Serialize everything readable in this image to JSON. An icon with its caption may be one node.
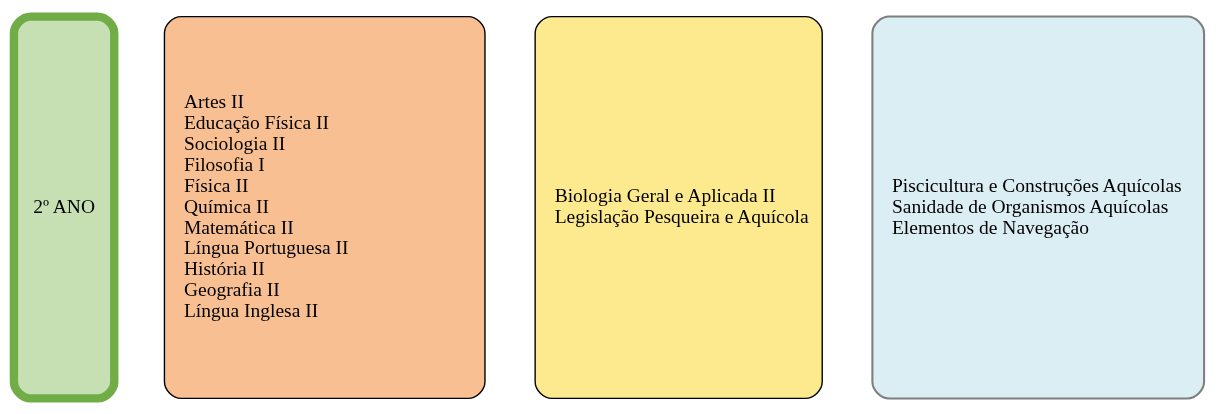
{
  "diagram": {
    "nodes": [
      {
        "text": [
          "2º ANO"
        ]
      },
      {
        "text": [
          "Artes II",
          "Educação Física II",
          "Sociologia II",
          "Filosofia I",
          "Física II",
          "Química II",
          "Matemática II",
          "Língua Portuguesa II",
          "História II",
          "Geografia II",
          "Língua Inglesa II"
        ]
      },
      {
        "text": [
          "Biologia Geral e Aplicada II",
          "Legislação Pesqueira e Aquícola"
        ]
      },
      {
        "text": [
          "Piscicultura e Construções Aquícolas",
          "Sanidade de Organismos Aquícolas",
          "Elementos de Navegação"
        ]
      }
    ]
  }
}
